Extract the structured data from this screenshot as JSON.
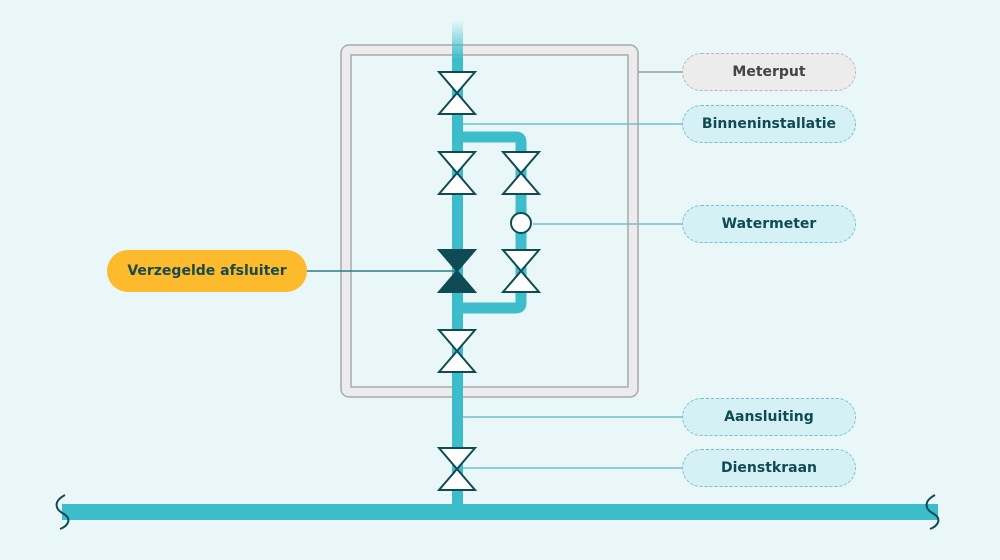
{
  "title": "Meterput schema",
  "colors": {
    "background": "#e9f7f9",
    "pipe": "#3dbdcc",
    "valve_outline": "#0f4b55",
    "sealed_valve": "#0f4b55",
    "meter_box": "#ececec",
    "highlight": "#fcba2c"
  },
  "labels": {
    "meterput": "Meterput",
    "binneninstallatie": "Binneninstallatie",
    "watermeter": "Watermeter",
    "verzegelde_afsluiter": "Verzegelde afsluiter",
    "aansluiting": "Aansluiting",
    "dienstkraan": "Dienstkraan"
  },
  "components": [
    {
      "name": "valve",
      "location": "top of main line"
    },
    {
      "name": "valve",
      "location": "main line, bypass section"
    },
    {
      "name": "valve",
      "location": "meter branch, upstream"
    },
    {
      "name": "watermeter",
      "location": "meter branch"
    },
    {
      "name": "sealed valve",
      "location": "main line"
    },
    {
      "name": "valve",
      "location": "meter branch, downstream"
    },
    {
      "name": "valve",
      "location": "main line, bottom of meter box"
    },
    {
      "name": "service valve (dienstkraan)",
      "location": "service pipe"
    },
    {
      "name": "main water pipe",
      "location": "bottom"
    }
  ]
}
